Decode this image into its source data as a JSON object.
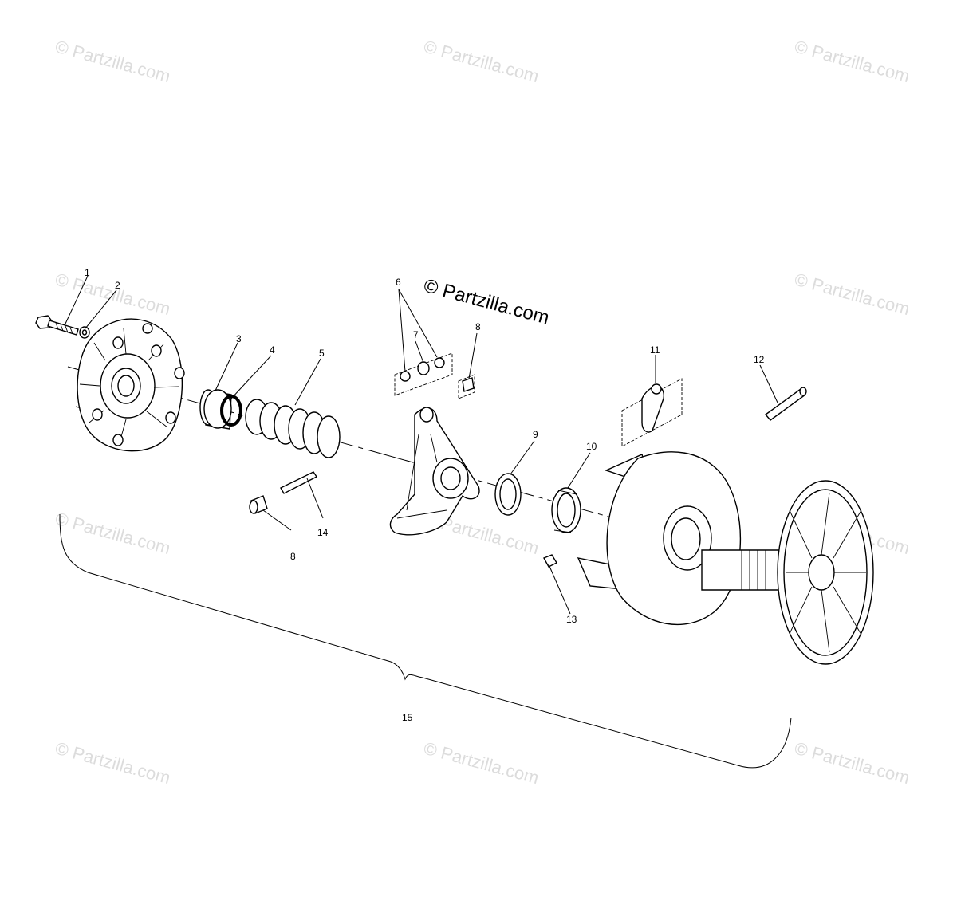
{
  "watermark": {
    "text": "© Partzilla.com",
    "prominent": "© Partzilla.com"
  },
  "callouts": {
    "c1": "1",
    "c2": "2",
    "c3": "3",
    "c4": "4",
    "c5": "5",
    "c6": "6",
    "c7": "7",
    "c8a": "8",
    "c8b": "8",
    "c9": "9",
    "c10": "10",
    "c11": "11",
    "c12": "12",
    "c13": "13",
    "c14": "14",
    "c15": "15"
  }
}
